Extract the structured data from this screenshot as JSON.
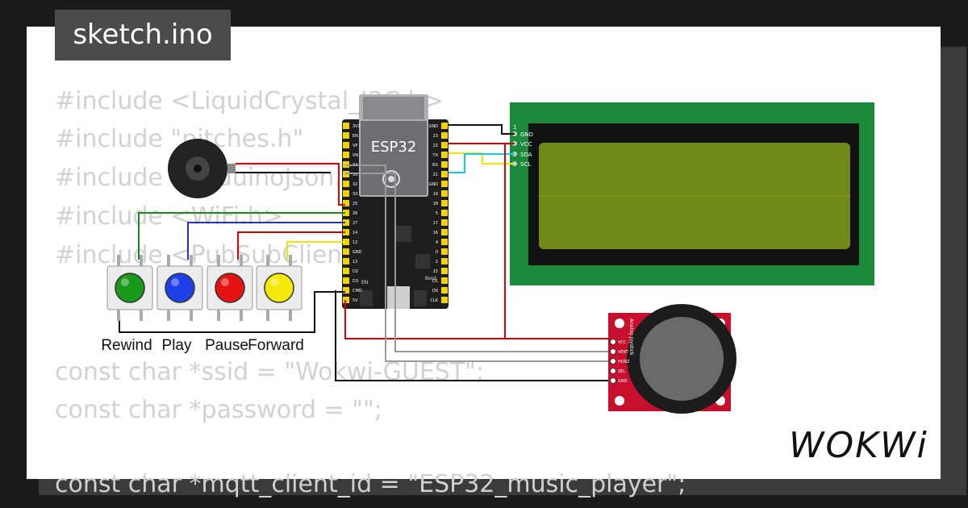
{
  "title": "sketch.ino",
  "code_lines": [
    "#include <LiquidCrystal_I2C.h>",
    "#include \"pitches.h\"",
    "#include <ArduinoJson.h>",
    "#include <WiFi.h>",
    "#include <PubSubClient.h>",
    "const char *ssid = \"Wokwi-GUEST\";",
    "const char *password = \"\";",
    "const char *mqtt_client_id = \"ESP32_music_player\";"
  ],
  "board": {
    "label": "ESP32",
    "boot_label": "Boot",
    "en_label": "EN",
    "left_pins": [
      "3V3",
      "EN",
      "VP",
      "VN",
      "34",
      "35",
      "32",
      "33",
      "25",
      "26",
      "27",
      "14",
      "12",
      "GND",
      "13",
      "D2",
      "D3",
      "CMD",
      "5V"
    ],
    "right_pins": [
      "GND",
      "23",
      "22",
      "TX",
      "RX",
      "21",
      "GND",
      "19",
      "18",
      "5",
      "17",
      "16",
      "4",
      "0",
      "2",
      "15",
      "D1",
      "D0",
      "CLK"
    ]
  },
  "lcd": {
    "pin_labels": [
      "GND",
      "VCC",
      "SDA",
      "SCL"
    ],
    "pin_one": "1",
    "colors": {
      "frame": "#1b8a3b",
      "bezel": "#111111",
      "screen": "#6f8a18"
    }
  },
  "buttons": [
    {
      "label": "Rewind",
      "color": "#1a9a1a"
    },
    {
      "label": "Play",
      "color": "#1f3fe8"
    },
    {
      "label": "Pause",
      "color": "#e51414"
    },
    {
      "label": "Forward",
      "color": "#f5e90c"
    }
  ],
  "joystick": {
    "title": "Analog Joystick",
    "pin_labels": [
      "VCC",
      "VERT",
      "HORZ",
      "SEL",
      "GND"
    ],
    "board_color": "#c8102e"
  },
  "buzzer": {
    "name": "buzzer-icon"
  },
  "logo": "WOKWi",
  "colors": {
    "wire_red": "#e00000",
    "wire_black": "#111111",
    "wire_green": "#178a17",
    "wire_blue": "#1f2fe0",
    "wire_yellow": "#f2e600",
    "wire_gray": "#9a9a9a",
    "wire_cyan": "#19c8e8"
  }
}
